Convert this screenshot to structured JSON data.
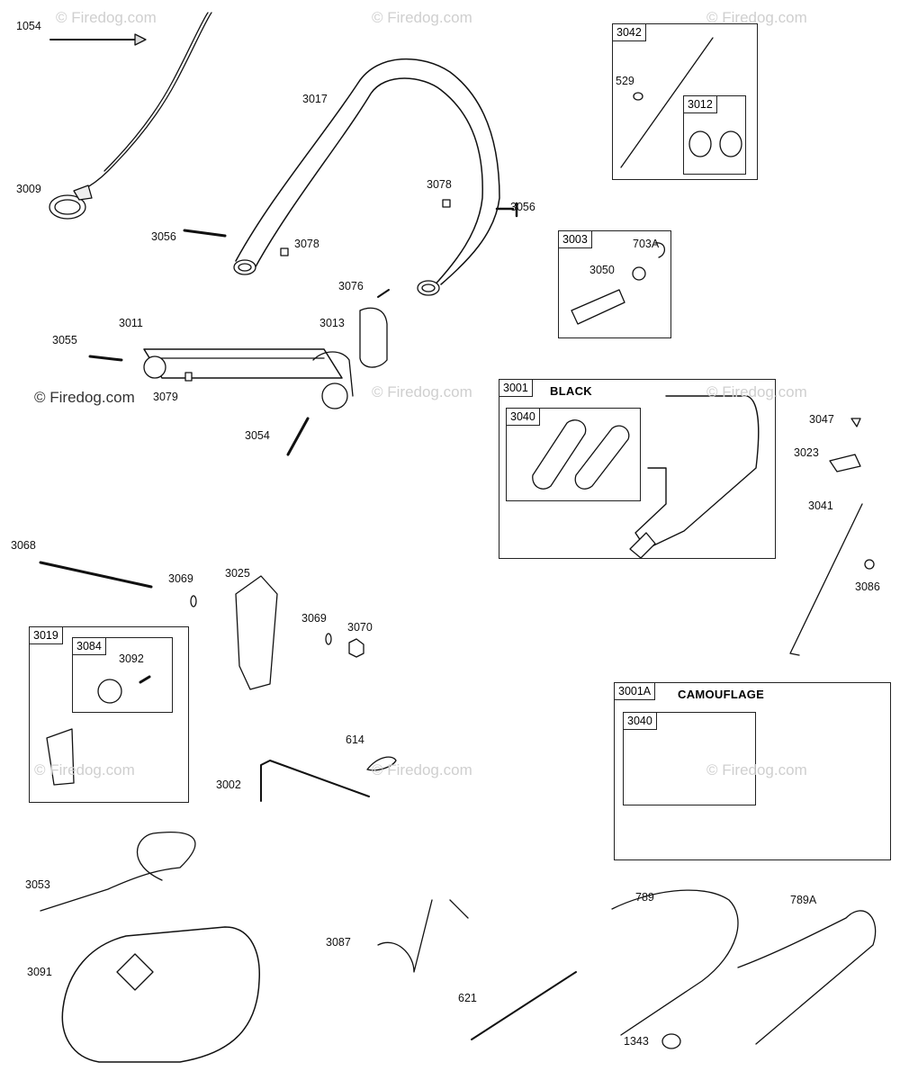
{
  "watermark": {
    "text": "© Firedog.com"
  },
  "callouts": {
    "p1054": "1054",
    "p3009": "3009",
    "p3017": "3017",
    "p3078a": "3078",
    "p3078b": "3078",
    "p3056a": "3056",
    "p3056b": "3056",
    "p3076": "3076",
    "p3013": "3013",
    "p3011": "3011",
    "p3055": "3055",
    "p3079": "3079",
    "p3054": "3054",
    "p529": "529",
    "p703a": "703A",
    "p3050": "3050",
    "p3047": "3047",
    "p3023": "3023",
    "p3041": "3041",
    "p3086": "3086",
    "p3068": "3068",
    "p3069a": "3069",
    "p3069b": "3069",
    "p3025": "3025",
    "p3070": "3070",
    "p3092": "3092",
    "p614": "614",
    "p3002": "3002",
    "p3053": "3053",
    "p3091": "3091",
    "p3087": "3087",
    "p621": "621",
    "p789": "789",
    "p789a": "789A",
    "p1343": "1343"
  },
  "boxes": {
    "b3042": {
      "tag": "3042"
    },
    "b3012": {
      "tag": "3012"
    },
    "b3003": {
      "tag": "3003"
    },
    "b3001": {
      "tag": "3001",
      "title": "BLACK"
    },
    "b3040a": {
      "tag": "3040"
    },
    "b3019": {
      "tag": "3019"
    },
    "b3084": {
      "tag": "3084"
    },
    "b3001A": {
      "tag": "3001A",
      "title": "CAMOUFLAGE"
    },
    "b3040b": {
      "tag": "3040"
    }
  }
}
